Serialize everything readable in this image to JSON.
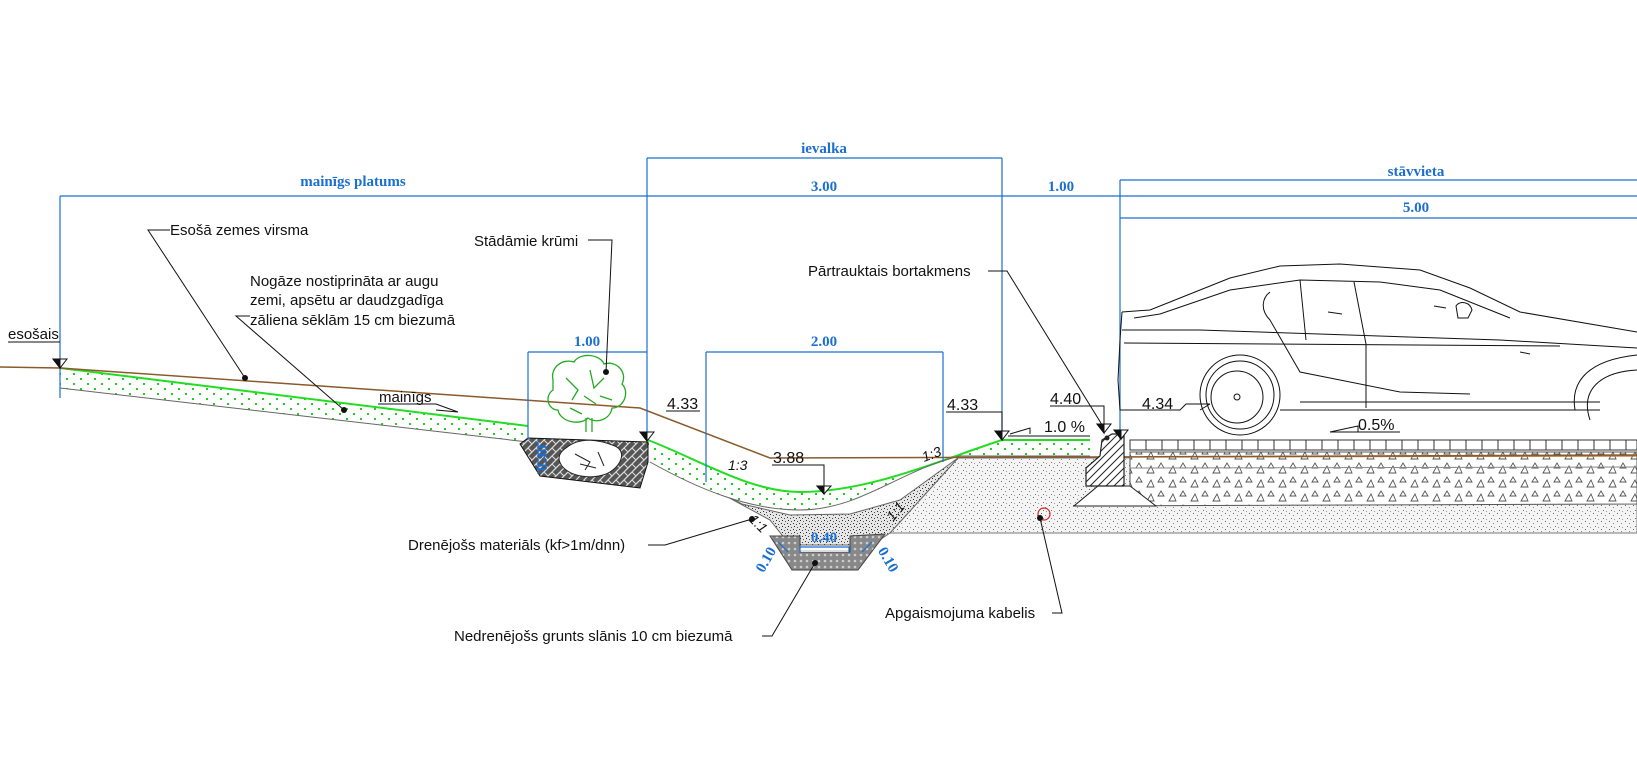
{
  "dimensions": {
    "top_left_group": "mainīgs platums",
    "ievalka_group": "ievalka",
    "ievalka_width": "3.00",
    "curb_strip_width": "1.00",
    "parking_group": "stāvvieta",
    "parking_width": "5.00",
    "shrub_width": "1.00",
    "ditch_top_width": "2.00",
    "shrub_pit_depth": "0.40",
    "ditch_bottom_width": "0.40",
    "nondrain_left": "0.10",
    "nondrain_right": "0.10"
  },
  "labels": {
    "existing_ground": "Esošā zemes virsma",
    "planted_shrubs": "Stādāmie krūmi",
    "slope_reinforced_line1": "Nogāze nostiprināta ar augu",
    "slope_reinforced_line2": "zemi, apsētu ar daudzgadīga",
    "slope_reinforced_line3": "zāliena sēklām 15 cm biezumā",
    "interrupted_curb": "Pārtrauktais bortakmens",
    "drainage_material": "Drenējošs materiāls (kf>1m/dnn)",
    "non_drain_layer": "Nedrenējošs grunts slānis 10 cm biezumā",
    "lighting_cable": "Apgaismojuma kabelis",
    "existing": "esošais",
    "variable": "mainīgs"
  },
  "elevations": {
    "shrub_edge": "4.33",
    "ditch_bottom": "3.88",
    "ditch_right_top": "4.33",
    "curb_top": "4.40",
    "parking_edge": "4.34"
  },
  "slopes": {
    "ditch_left": "1:3",
    "ditch_right": "1:3",
    "ditch_inner_left": "1:1",
    "ditch_inner_right": "1:1",
    "grass_strip": "1.0 %",
    "parking": "0.5%"
  },
  "colors": {
    "dimension": "#1a6fd1",
    "grass": "#22dd22",
    "existing_ground": "#8b5a2b",
    "cable": "#dd2222"
  }
}
